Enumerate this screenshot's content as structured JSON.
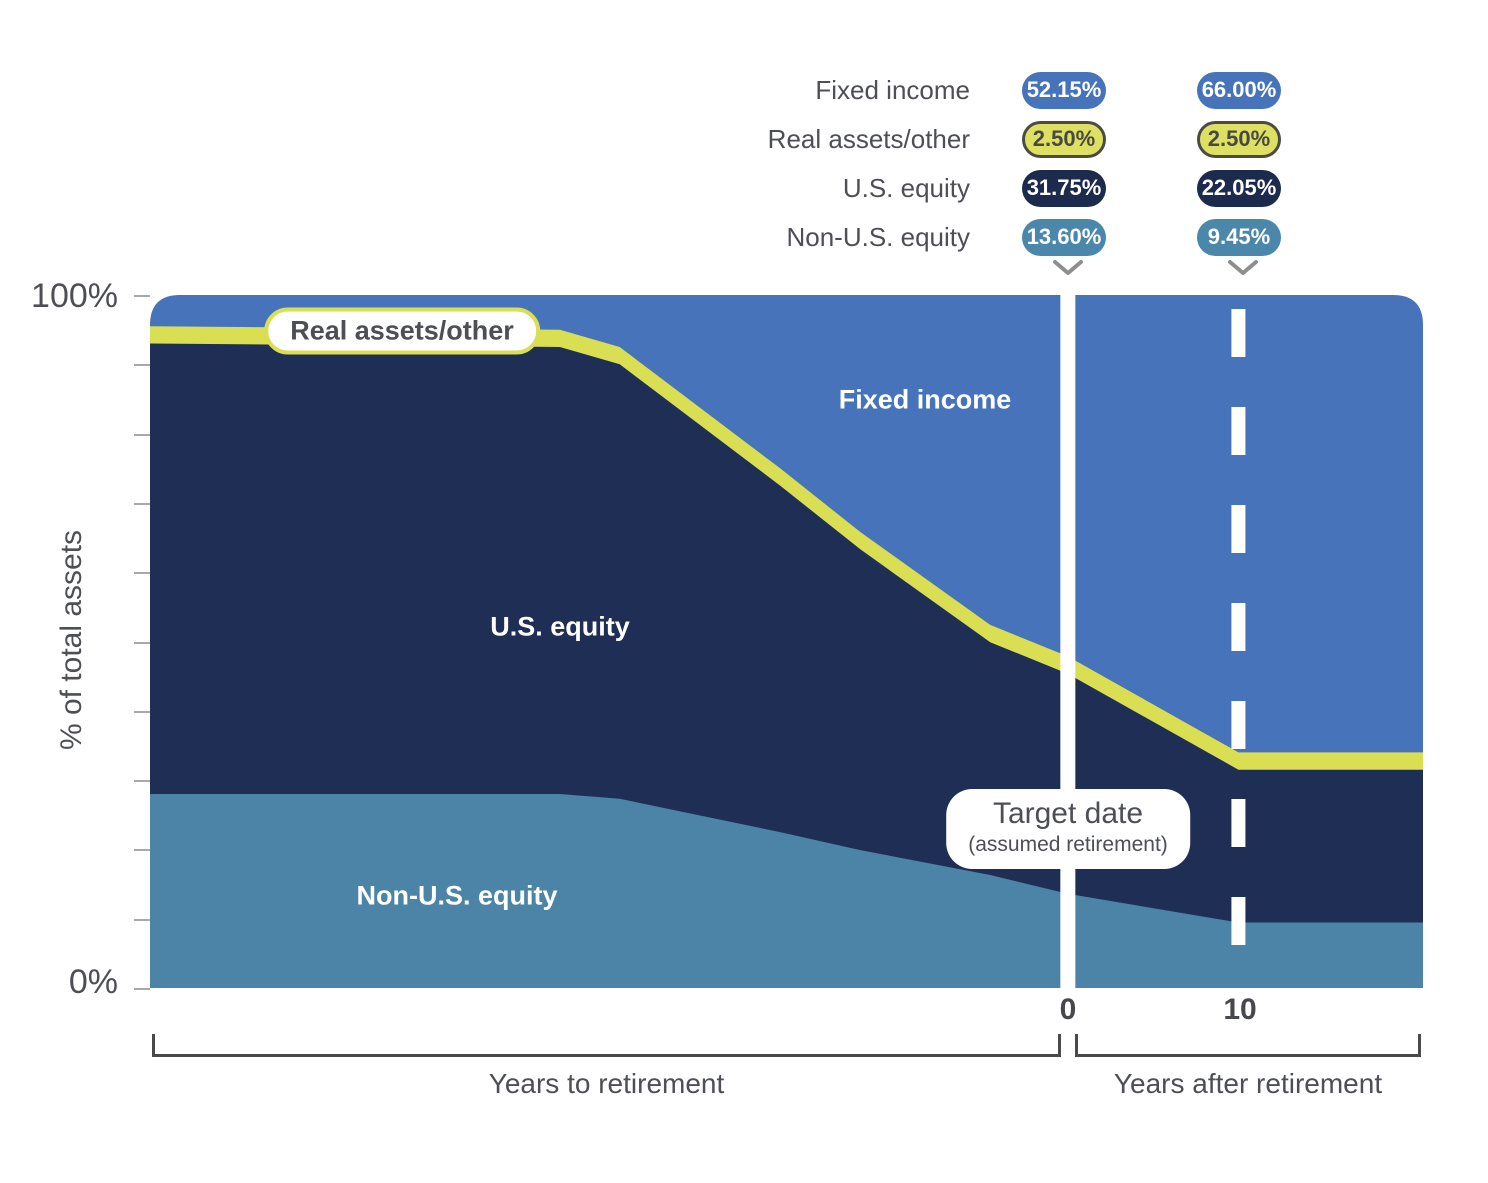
{
  "colors": {
    "fixed_income_blue": "#4673b9",
    "us_equity_navy": "#1f2e54",
    "non_us_equity_teal": "#4b84a6",
    "real_assets_yellow": "#d9de52",
    "text_gray": "#4d4f55",
    "bracket_gray": "#4a4a4a",
    "tick_gray": "#a8a8a8",
    "divider_white": "#ffffff"
  },
  "legend": {
    "rows": [
      {
        "label": "Fixed income",
        "col1": "52.15%",
        "col2": "66.00%"
      },
      {
        "label": "Real assets/other",
        "col1": "2.50%",
        "col2": "2.50%"
      },
      {
        "label": "U.S. equity",
        "col1": "31.75%",
        "col2": "22.05%"
      },
      {
        "label": "Non-U.S. equity",
        "col1": "13.60%",
        "col2": "9.45%"
      }
    ]
  },
  "y_axis": {
    "top_label": "100%",
    "bottom_label": "0%",
    "title": "% of total assets",
    "tick_count": 11
  },
  "x_axis": {
    "target_label": "0",
    "after_label": "10"
  },
  "chart_labels": {
    "fixed_income": "Fixed income",
    "us_equity": "U.S. equity",
    "non_us_equity": "Non-U.S. equity",
    "real_assets": "Real assets/other"
  },
  "callout": {
    "title": "Target date",
    "subtitle": "(assumed retirement)"
  },
  "brackets": {
    "left": "Years to retirement",
    "right": "Years after retirement"
  },
  "chart_data": {
    "type": "area",
    "stacked": true,
    "ylabel": "% of total assets",
    "ylim": [
      0,
      100
    ],
    "grid": false,
    "legend_position": "top-right",
    "x_frac": [
      0,
      0.322,
      0.369,
      0.495,
      0.558,
      0.66,
      0.721,
      0.855,
      1.0
    ],
    "x_axis_markers": [
      {
        "label": "0",
        "frac": 0.721,
        "style": "solid-white-line",
        "meaning": "target date / assumed retirement"
      },
      {
        "label": "10",
        "frac": 0.855,
        "style": "dashed-white-line",
        "meaning": "10 years after retirement"
      }
    ],
    "series": [
      {
        "name": "Non-U.S. equity",
        "color": "#4b84a6",
        "values": [
          28.0,
          28.0,
          27.3,
          22.5,
          19.9,
          16.3,
          13.6,
          9.45,
          9.45
        ]
      },
      {
        "name": "U.S. equity",
        "color": "#1f2e54",
        "values": [
          65.0,
          64.5,
          62.7,
          50.0,
          43.4,
          33.6,
          31.75,
          22.05,
          22.05
        ]
      },
      {
        "name": "Real assets/other",
        "color": "#d9de52",
        "values": [
          2.5,
          2.5,
          2.5,
          2.5,
          2.5,
          2.5,
          2.5,
          2.5,
          2.5
        ]
      },
      {
        "name": "Fixed income",
        "color": "#4673b9",
        "values": [
          4.5,
          5.0,
          7.5,
          25.0,
          34.2,
          47.6,
          52.15,
          66.0,
          66.0
        ]
      }
    ],
    "values_at_target_date": {
      "Fixed income": 52.15,
      "Real assets/other": 2.5,
      "U.S. equity": 31.75,
      "Non-U.S. equity": 13.6
    },
    "values_10_years_after": {
      "Fixed income": 66.0,
      "Real assets/other": 2.5,
      "U.S. equity": 22.05,
      "Non-U.S. equity": 9.45
    }
  }
}
